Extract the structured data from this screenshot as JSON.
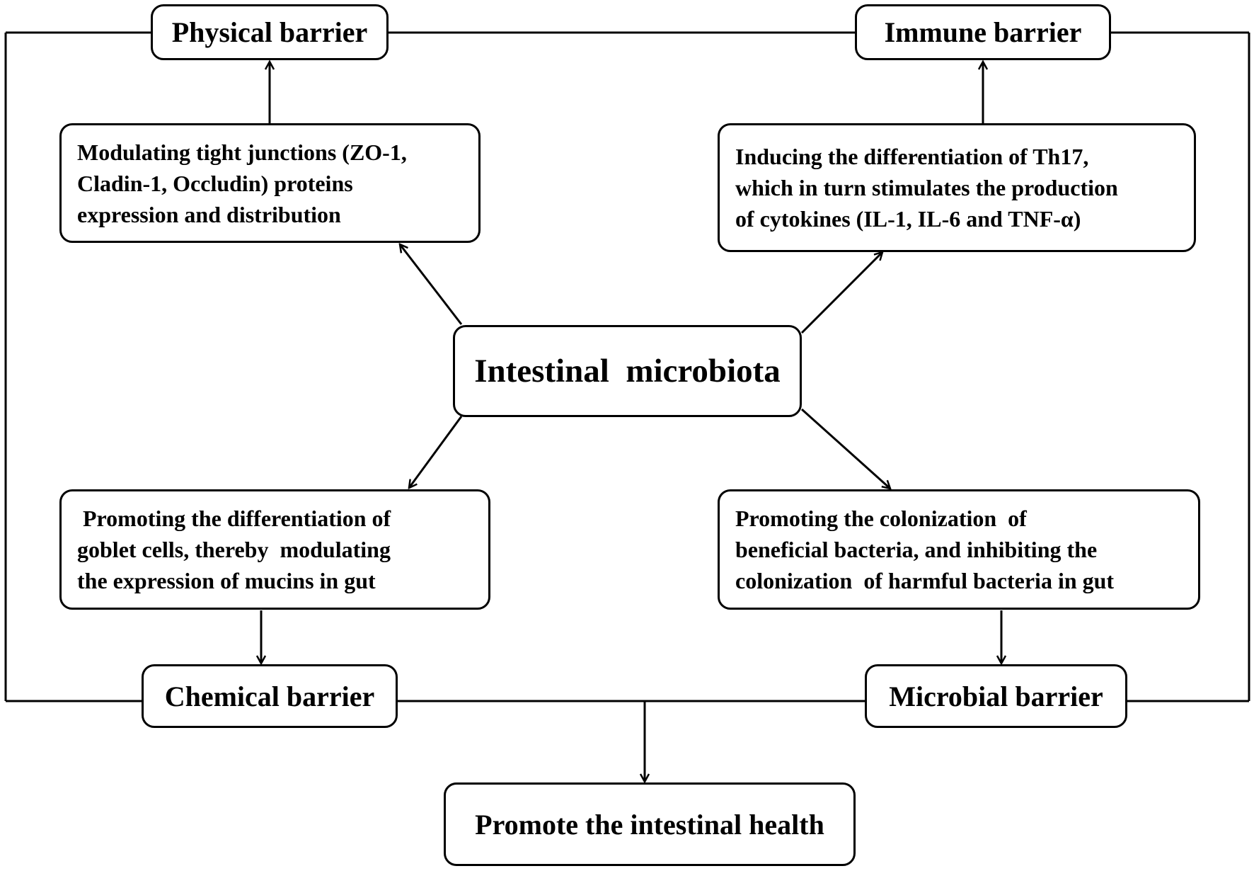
{
  "center": {
    "label": "Intestinal  microbiota"
  },
  "barriers": {
    "physical": "Physical barrier",
    "immune": "Immune barrier",
    "chemical": "Chemical barrier",
    "microbial": "Microbial barrier"
  },
  "mechanisms": {
    "physical": [
      "Modulating tight junctions (ZO-1,",
      "Cladin-1, Occludin) proteins",
      "expression and distribution"
    ],
    "immune": [
      "Inducing the differentiation of Th17,",
      "which in turn stimulates the production",
      "of cytokines (IL-1, IL-6 and TNF-α)"
    ],
    "chemical": [
      " Promoting the differentiation of",
      "goblet cells, thereby  modulating",
      "the expression of mucins in gut"
    ],
    "microbial": [
      "Promoting the colonization  of",
      "beneficial bacteria, and inhibiting the",
      "colonization  of harmful bacteria in gut"
    ]
  },
  "outcome": {
    "label": "Promote the intestinal health"
  }
}
